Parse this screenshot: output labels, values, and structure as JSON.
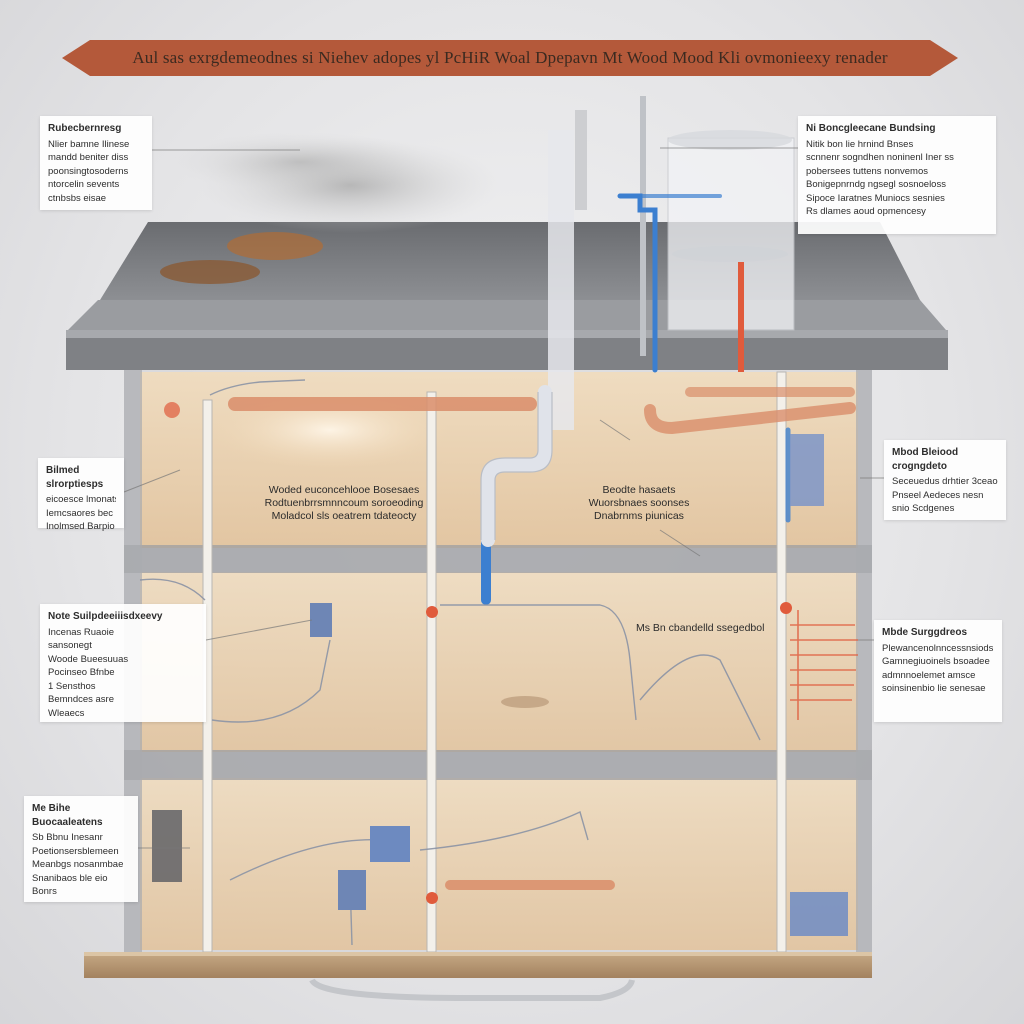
{
  "banner": {
    "title": "Aul sas exrgdemeodnes si Niehev adopes yl PcHiR Woal Dpepavn Mt Wood Mood Kli ovmonieexy renader",
    "color": "#b4593a"
  },
  "callouts": {
    "top_left": {
      "head": "Rubecbernresg",
      "lines": [
        "Nlier bamne Ilinese",
        "mandd beniter diss",
        "poonsingtosoderns",
        "ntorcelin sevents",
        "ctnbsbs eisae"
      ]
    },
    "top_right": {
      "head": "Ni Boncgleecane Bundsing",
      "lines": [
        "Nitik bon lie hrnind Bnses",
        "scnnenr sogndhen noninenl Iner ss",
        "pobersees tuttens nonvemos",
        "Bonigepnrndg ngsegl sosnoeloss",
        "Sipoce Iaratnes Muniocs sesnies",
        "Rs dlames aoud opmencesy"
      ]
    },
    "mid_left": {
      "head": "Bilmed slrorptiesps",
      "lines": [
        "eicoesce lmonatsc",
        "Iemcsaores bec",
        "Inolmsed Barpio seem"
      ]
    },
    "mid_right": {
      "head": "Mbod Bleiood crogngdeto",
      "lines": [
        "Seceuedus drhtier 3ceao",
        "Pnseel Aedeces nesn",
        "snio Scdgenes"
      ]
    },
    "left_2": {
      "head": "Note Suilpdeeiiisdxeevy",
      "lines": [
        "Incenas Ruaoie",
        "sansonegt",
        "Woode Bueesuuas",
        "Pocinseo Bfnbe",
        "1 Sensthos",
        "Bemndces asre",
        "Wleaecs"
      ]
    },
    "right_2": {
      "head": "Mbde Surggdreos",
      "lines": [
        "Plewancenolnncessnsiods",
        "Gamnegiuoinels bsoadee",
        "admnnoelemet amsce",
        "soinsinenbio lie senesae"
      ]
    },
    "bottom_left": {
      "head": "Me Bihe Buocaaleatens",
      "lines": [
        "Sb Bbnu Inesanr",
        "Poetionsersblemeen",
        "Meanbgs nosanmbae",
        "Snanibaos ble eio",
        "Bonrs"
      ]
    }
  },
  "section_labels": {
    "upper_left": {
      "lines": [
        "Woded euconcehlooe Bosesaes",
        "Rodtuenbrrsmnncoum soroeoding",
        "Moladcol sls oeatrem tdateocty"
      ]
    },
    "upper_right": {
      "lines": [
        "Beodte hasaets",
        "Wuorsbnaes soonses",
        "Dnabrnms piunicas"
      ]
    },
    "middle_right": {
      "lines": [
        "Ms Bn cbandelld ssegedbol"
      ]
    }
  },
  "colors": {
    "wall": "#e9cfa6",
    "frame": "#8a8c91",
    "roof": "#707276",
    "duct": "#d98d6a",
    "water_pipe": "#3c7fd0",
    "vent_pipe": "#dfe3ea",
    "base_wood": "#b99a78",
    "hot_wire": "#e05b3c"
  }
}
